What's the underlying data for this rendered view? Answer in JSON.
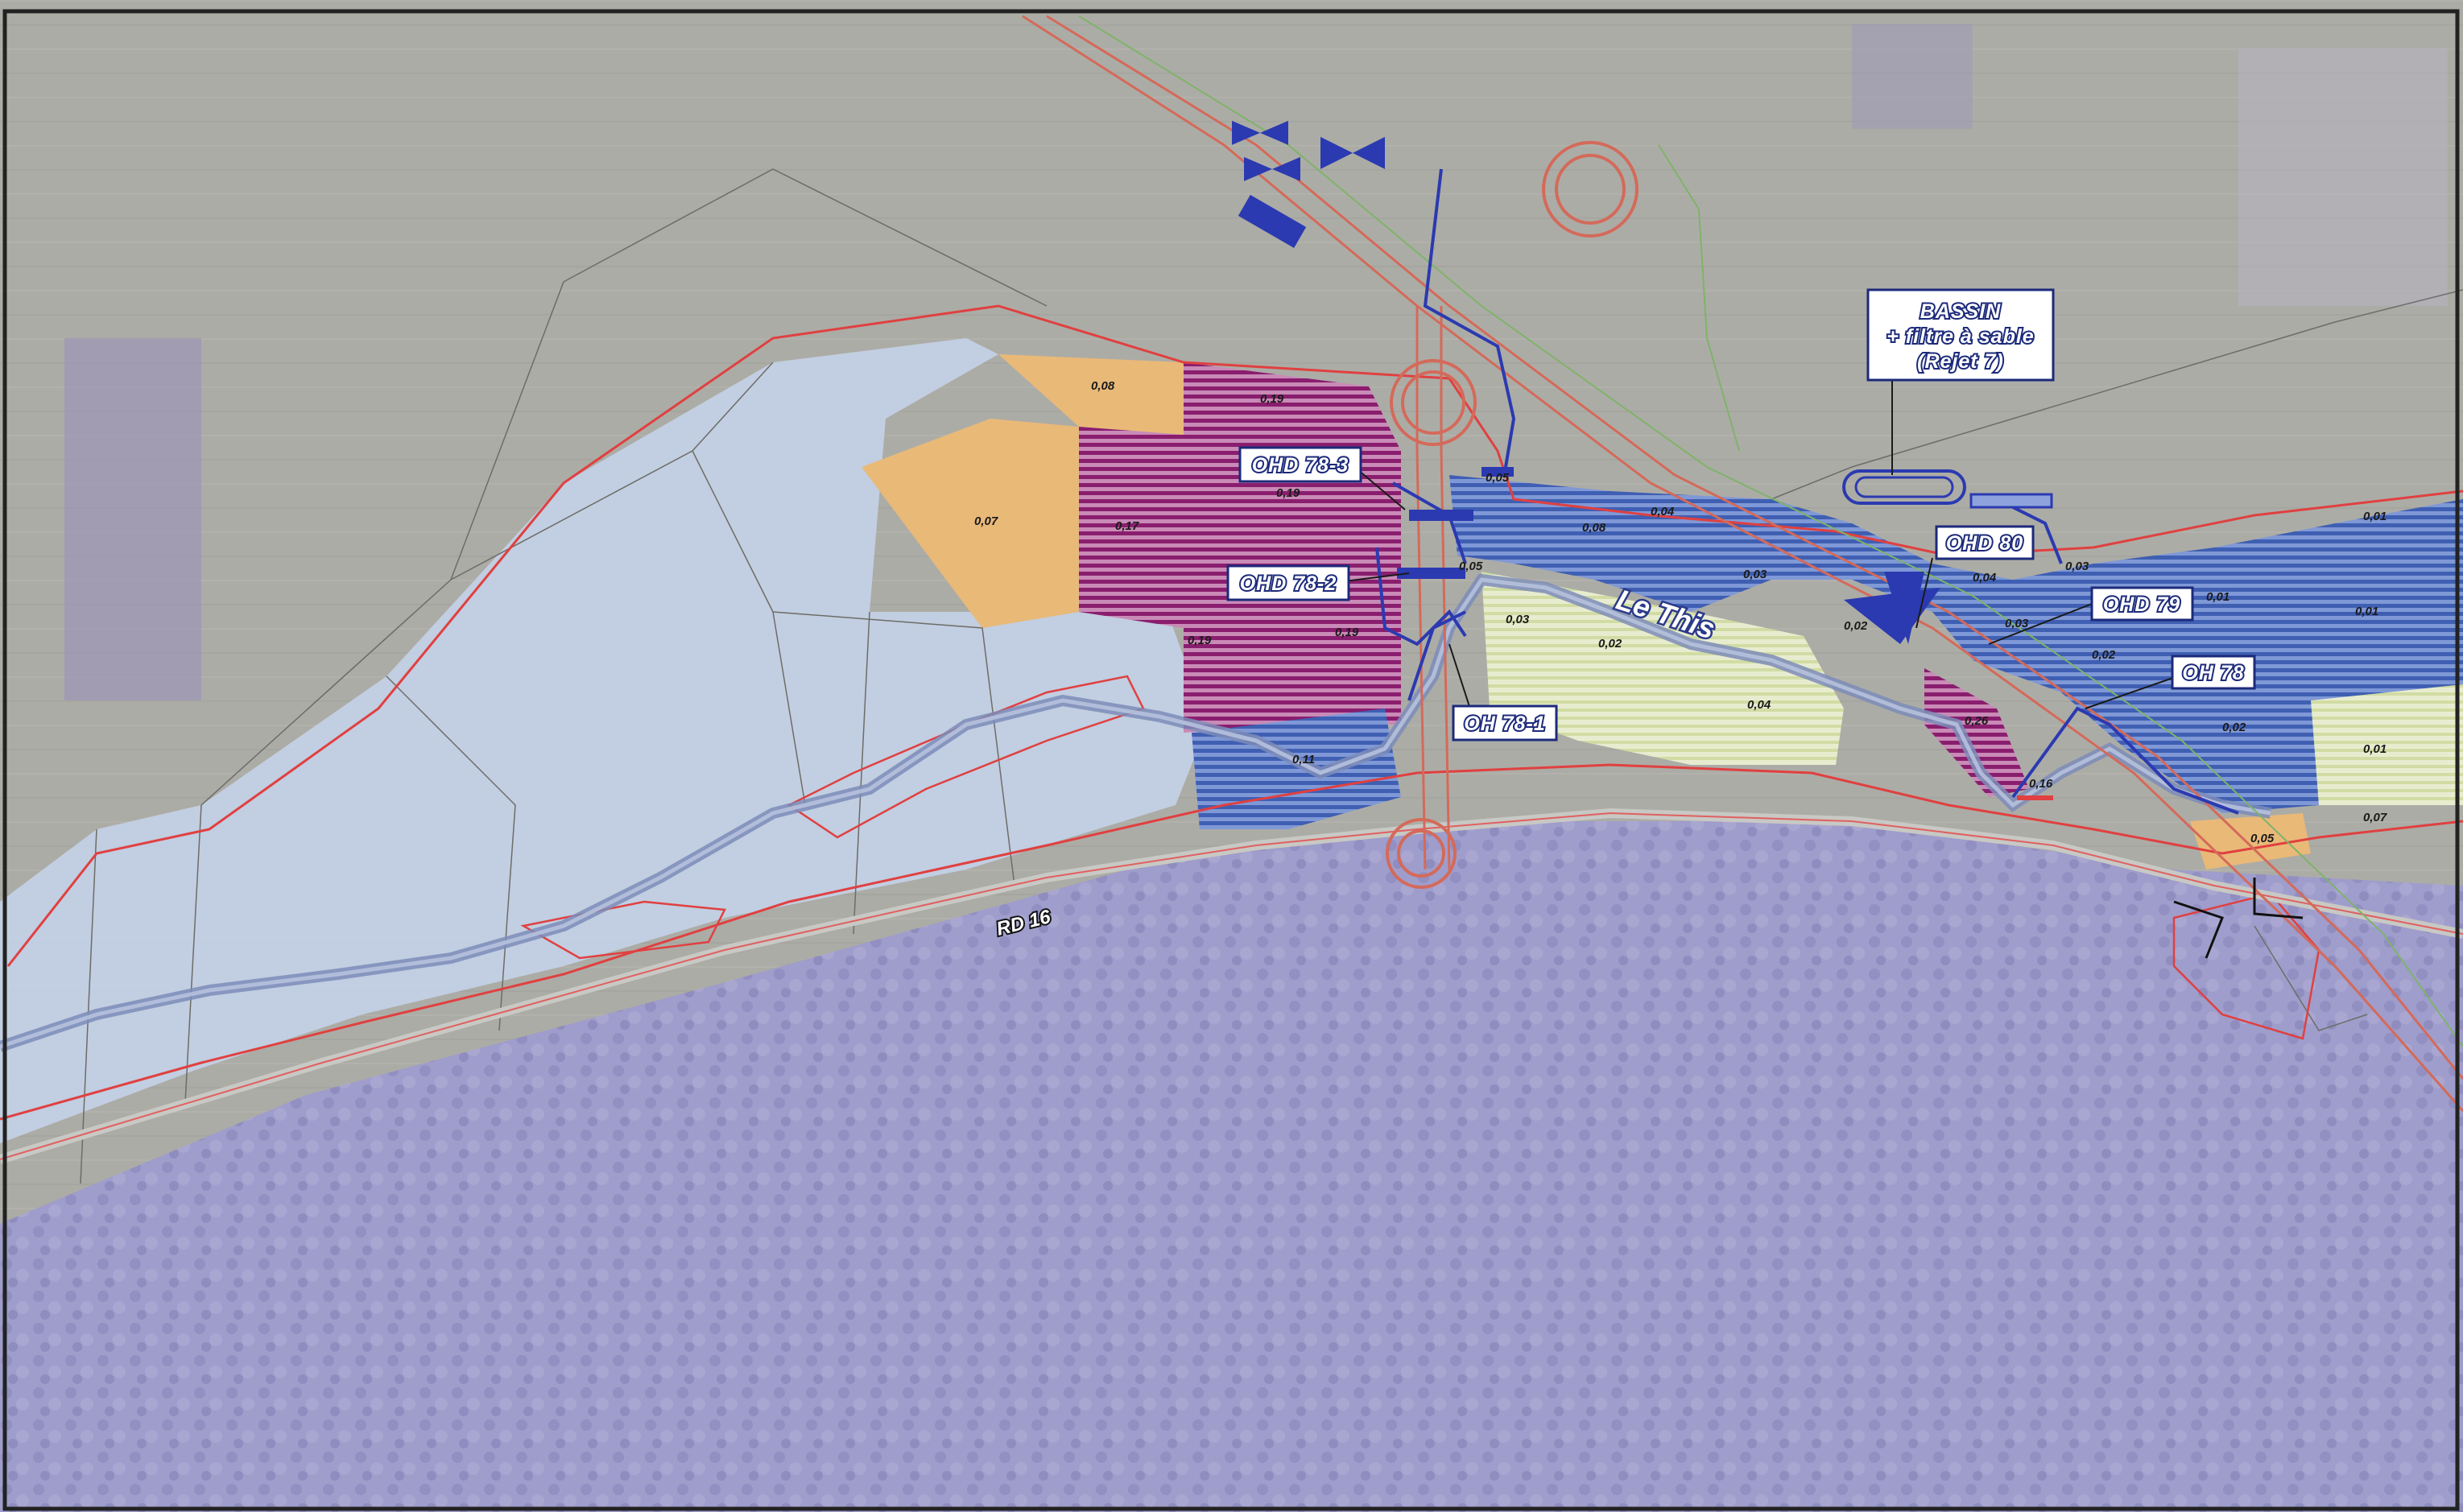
{
  "map": {
    "callouts": {
      "ohd_78_3": "OHD 78-3",
      "ohd_78_2": "OHD 78-2",
      "oh_78_1": "OH 78-1",
      "ohd_80": "OHD 80",
      "ohd_79": "OHD 79",
      "oh_78": "OH 78",
      "bassin_line1": "BASSIN",
      "bassin_line2": "+ filtre à sable",
      "bassin_line3": "(Rejet 7)"
    },
    "river_name": "Le This",
    "road_name": "RD 16",
    "zone_values": {
      "v_008": "0,08",
      "v_007": "0,07",
      "v_017": "0,17",
      "v_019_a": "0,19",
      "v_019_b": "0,19",
      "v_019_c": "0,19",
      "v_019_d": "0,19",
      "v_011": "0,11",
      "v_005_a": "0,05",
      "v_005_b": "0,05",
      "v_008_b": "0,08",
      "v_004_a": "0,04",
      "v_003_a": "0,03",
      "v_003_b": "0,03",
      "v_002_a": "0,02",
      "v_004_b": "0,04",
      "v_002_b": "0,02",
      "v_004_c": "0,04",
      "v_003_c": "0,03",
      "v_003_d": "0,03",
      "v_002_c": "0,02",
      "v_026": "0,26",
      "v_016": "0,16",
      "v_001_a": "0,01",
      "v_001_b": "0,01",
      "v_001_c": "0,01",
      "v_002_d": "0,02",
      "v_001_d": "0,01",
      "v_007_b": "0,07",
      "v_005_c": "0,05"
    },
    "colors": {
      "background": "#a9aaa6",
      "forest": "#9e9cc9",
      "light_blue_zone": "#c3d0e6",
      "blue_hatch": "#3f5fb3",
      "purple_hatch": "#8a1e6e",
      "orange_zone": "#e9b978",
      "light_green_zone": "#dfe6bd",
      "red_contour": "#e04040",
      "works": "#2b3ab0"
    }
  }
}
